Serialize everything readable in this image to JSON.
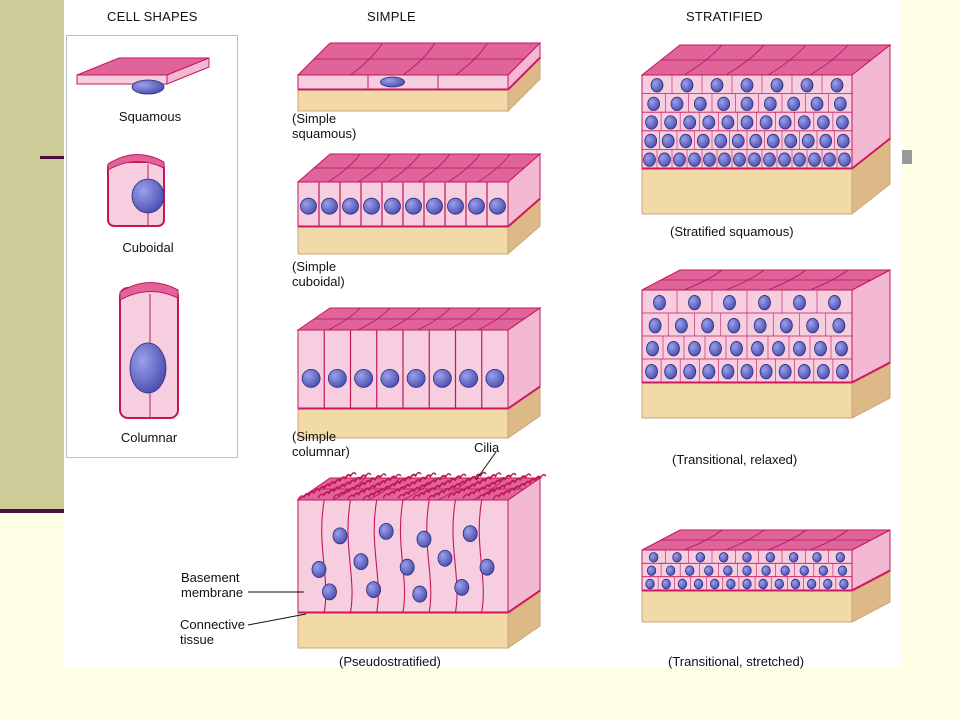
{
  "headers": {
    "cell_shapes": "CELL SHAPES",
    "simple": "SIMPLE",
    "stratified": "STRATIFIED"
  },
  "shape_labels": {
    "squamous": "Squamous",
    "cuboidal": "Cuboidal",
    "columnar": "Columnar"
  },
  "simple_labels": {
    "squamous": [
      "(Simple",
      "squamous)"
    ],
    "cuboidal": [
      "(Simple",
      "cuboidal)"
    ],
    "columnar": [
      "(Simple",
      "columnar)"
    ],
    "pseudostratified": "(Pseudostratified)"
  },
  "stratified_labels": {
    "squamous": "(Stratified squamous)",
    "transitional_relaxed": "(Transitional, relaxed)",
    "transitional_stretched": "(Transitional, stretched)"
  },
  "annotations": {
    "cilia": "Cilia",
    "basement_membrane": [
      "Basement",
      "membrane"
    ],
    "connective_tissue": [
      "Connective",
      "tissue"
    ]
  },
  "colors": {
    "cell_top": "#e0639a",
    "cell_front": "#f7cde0",
    "cell_outline": "#c2185b",
    "basement": "#d81b60",
    "nucleus": "#4b4fb0",
    "tissue": "#f1d9a8",
    "tissue_side": "#dcb986"
  }
}
